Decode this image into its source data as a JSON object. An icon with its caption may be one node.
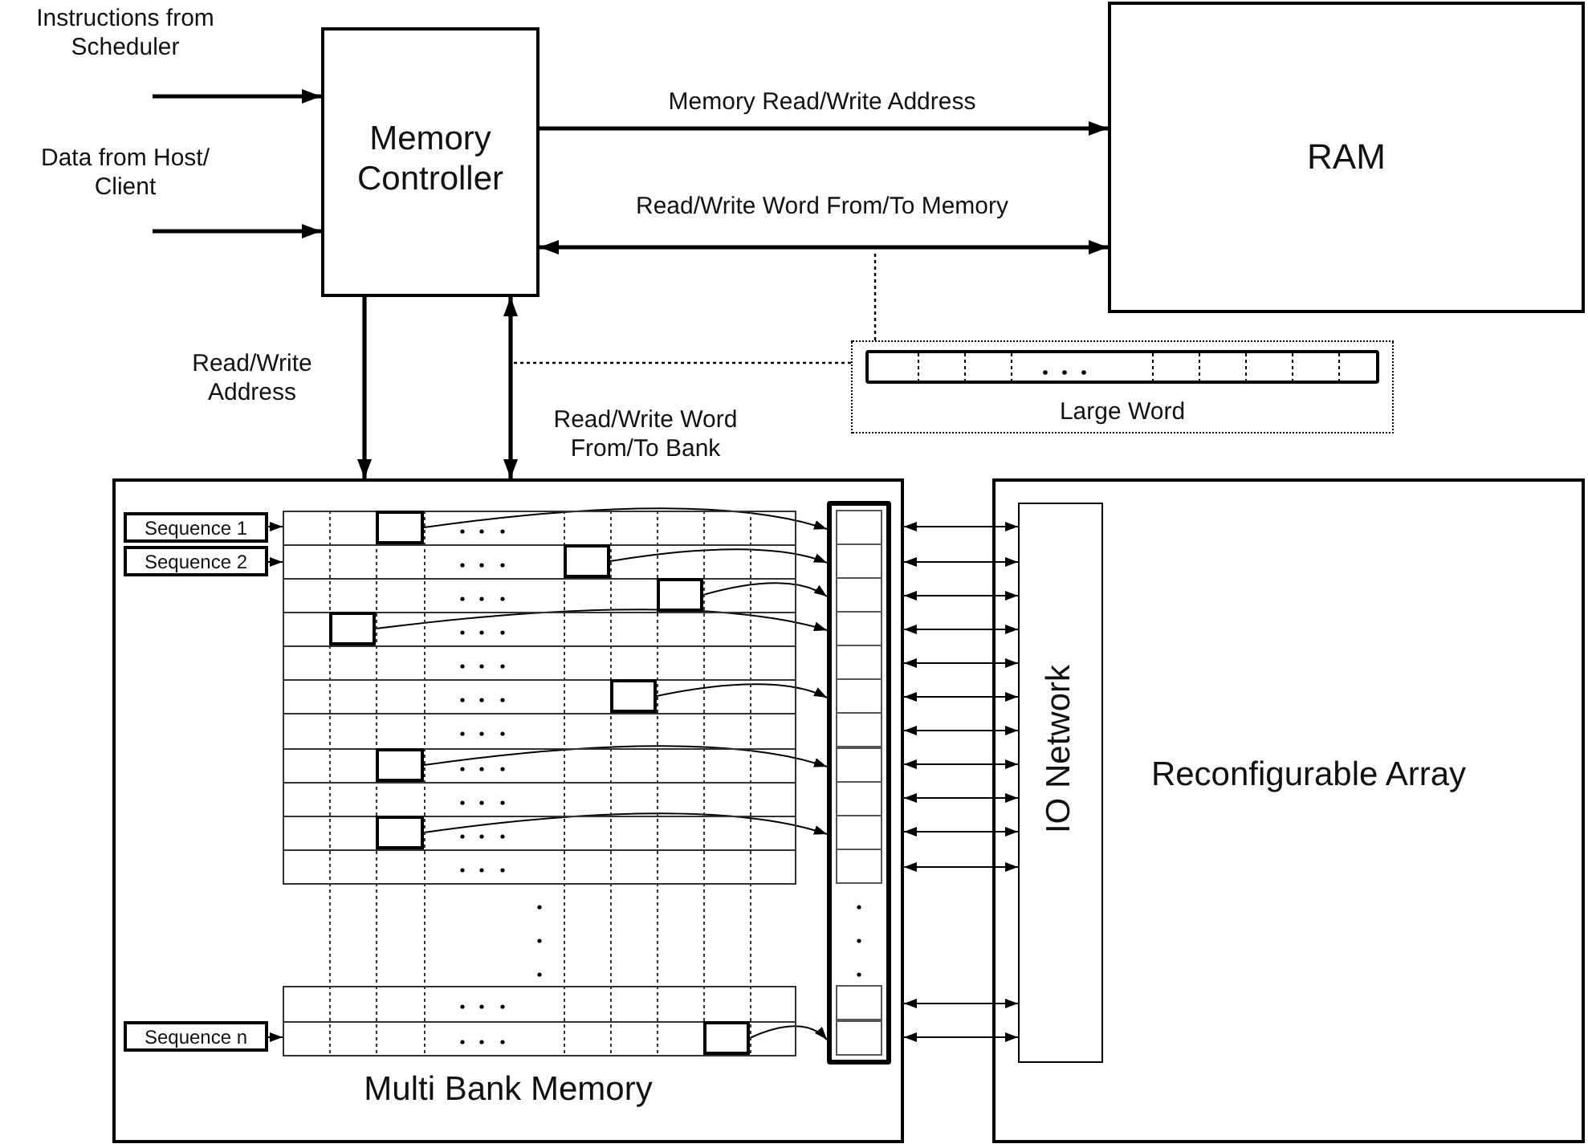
{
  "diagram": {
    "nodes": [
      {
        "text": [
          "Instructions from Scheduler"
        ]
      },
      {
        "text": [
          "Data from Host/ Client"
        ]
      },
      {
        "text": [
          "Memory Controller"
        ]
      },
      {
        "text": [
          "RAM"
        ]
      },
      {
        "text": [
          "Large Word"
        ]
      },
      {
        "text": [],
        "shape": "bar",
        "in": 4
      },
      {
        "text": [
          "Multi Bank Memory"
        ]
      },
      {
        "text": [
          "Sequence 1"
        ],
        "in": 6
      },
      {
        "text": [
          "Sequence 2"
        ],
        "in": 6
      },
      {
        "text": [
          "Sequence n"
        ],
        "in": 6
      },
      {
        "text": [],
        "shape": "box",
        "in": 6
      },
      {
        "text": [],
        "shape": "box",
        "in": 10
      },
      {
        "text": [],
        "shape": "box",
        "in": 10
      },
      {
        "text": [],
        "shape": "box",
        "in": 10
      },
      {
        "text": [],
        "shape": "box",
        "in": 10
      },
      {
        "text": [],
        "shape": "box",
        "in": 10
      },
      {
        "text": [],
        "shape": "box",
        "in": 10
      },
      {
        "text": [],
        "shape": "box",
        "in": 10
      },
      {
        "text": [],
        "shape": "box",
        "in": 10
      },
      {
        "text": [],
        "shape": "bar",
        "in": 6
      },
      {
        "text": [
          "Reconfigurable Array"
        ]
      },
      {
        "text": [
          "IO Network"
        ],
        "in": 20
      }
    ],
    "edges": [
      {
        "from": 0,
        "to": 2,
        "arrow": "to",
        "style": "thick"
      },
      {
        "from": 1,
        "to": 2,
        "arrow": "to",
        "style": "thick"
      },
      {
        "from": 2,
        "to": 3,
        "arrow": "to",
        "style": "thick",
        "label": "Memory Read/Write Address"
      },
      {
        "from": 2,
        "to": 3,
        "arrow": "both",
        "style": "thick",
        "label": "Read/Write Word From/To Memory"
      },
      {
        "from": 2,
        "to": 6,
        "arrow": "to",
        "style": "thick",
        "label": "Read/Write Address"
      },
      {
        "from": 2,
        "to": 6,
        "arrow": "both",
        "style": "thick",
        "label": "Read/Write Word From/To Bank"
      },
      {
        "from": 4,
        "to": null,
        "arrow": "none",
        "style": "dashed"
      },
      {
        "from": 4,
        "to": null,
        "arrow": "none",
        "style": "dashed"
      },
      {
        "from": 7,
        "to": 10,
        "arrow": "to"
      },
      {
        "from": 8,
        "to": 10,
        "arrow": "to"
      },
      {
        "from": 9,
        "to": 10,
        "arrow": "to"
      },
      {
        "from": 11,
        "to": 19,
        "arrow": "to"
      },
      {
        "from": 12,
        "to": 19,
        "arrow": "to"
      },
      {
        "from": 13,
        "to": 19,
        "arrow": "to"
      },
      {
        "from": 14,
        "to": 19,
        "arrow": "to"
      },
      {
        "from": 15,
        "to": 19,
        "arrow": "to"
      },
      {
        "from": 16,
        "to": 19,
        "arrow": "to"
      },
      {
        "from": 17,
        "to": 19,
        "arrow": "to"
      },
      {
        "from": 18,
        "to": 19,
        "arrow": "to"
      },
      {
        "from": 6,
        "to": 21,
        "arrow": "both"
      },
      {
        "from": 6,
        "to": 21,
        "arrow": "both"
      },
      {
        "from": 6,
        "to": 21,
        "arrow": "both"
      },
      {
        "from": 6,
        "to": 21,
        "arrow": "both"
      },
      {
        "from": 6,
        "to": 21,
        "arrow": "both"
      },
      {
        "from": 6,
        "to": 21,
        "arrow": "both"
      },
      {
        "from": 6,
        "to": 21,
        "arrow": "both"
      },
      {
        "from": 6,
        "to": 21,
        "arrow": "both"
      },
      {
        "from": 6,
        "to": 21,
        "arrow": "both"
      },
      {
        "from": 6,
        "to": 21,
        "arrow": "both"
      },
      {
        "from": 6,
        "to": 21,
        "arrow": "both"
      },
      {
        "from": 6,
        "to": 21,
        "arrow": "both"
      },
      {
        "from": 6,
        "to": 21,
        "arrow": "both"
      }
    ]
  }
}
